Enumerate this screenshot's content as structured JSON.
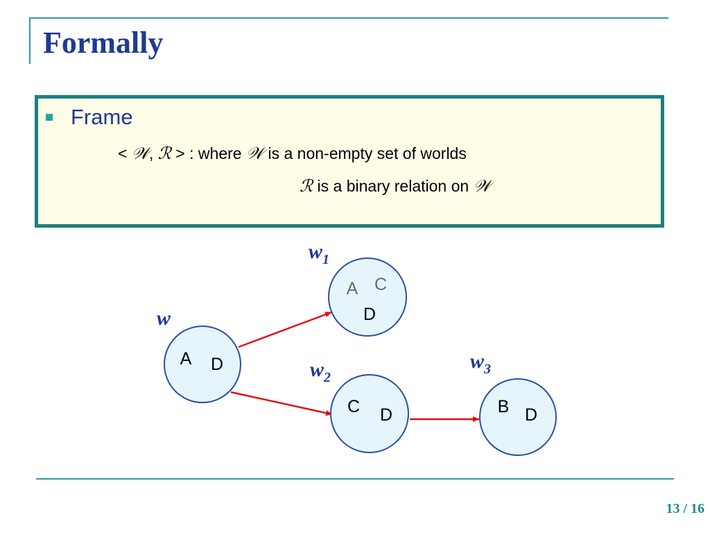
{
  "slide": {
    "title": "Formally",
    "page_number": "13 / 16"
  },
  "frame": {
    "heading": "Frame",
    "line1": {
      "open": "< ",
      "w_symbol": "𝒲",
      "comma": ", ",
      "r_symbol": "ℛ",
      "close": " > : where ",
      "w_symbol2": "𝒲",
      "rest": " is a non-empty set of worlds"
    },
    "line2": {
      "r_symbol": "ℛ",
      "mid": " is a binary relation on ",
      "w_symbol": "𝒲"
    }
  },
  "diagram": {
    "worlds": [
      {
        "id": "w",
        "label": "w",
        "sub": "",
        "props": [
          "A",
          "D"
        ]
      },
      {
        "id": "w1",
        "label": "w",
        "sub": "1",
        "props": [
          "A",
          "C",
          "D"
        ]
      },
      {
        "id": "w2",
        "label": "w",
        "sub": "2",
        "props": [
          "C",
          "D"
        ]
      },
      {
        "id": "w3",
        "label": "w",
        "sub": "3",
        "props": [
          "B",
          "D"
        ]
      }
    ],
    "edges": [
      {
        "from": "w",
        "to": "w1"
      },
      {
        "from": "w",
        "to": "w2"
      },
      {
        "from": "w2",
        "to": "w3"
      }
    ],
    "colors": {
      "node_fill": "#e5f5fb",
      "node_stroke": "#2b4fa8",
      "edge": "#e01010",
      "label": "#1f3a93",
      "faded_prop": "#6b6b6b"
    }
  }
}
